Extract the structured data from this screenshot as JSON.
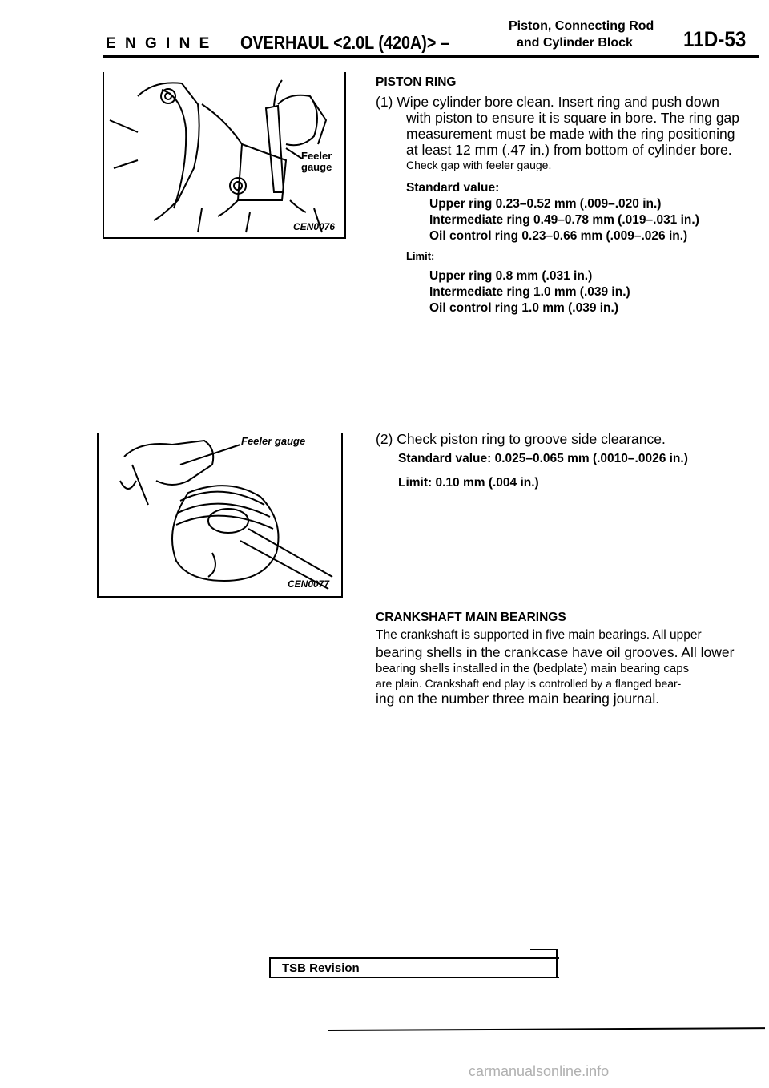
{
  "header": {
    "engine": "E N G I N E",
    "overhaul": "OVERHAUL <2.0L (420A)> –",
    "subtitle_line1": "Piston, Connecting Rod",
    "subtitle_line2": "and Cylinder Block",
    "page": "11D-53"
  },
  "figures": {
    "fig1": {
      "label_line1": "Feeler",
      "label_line2": "gauge",
      "caption": "CEN0076"
    },
    "fig2": {
      "label": "Feeler gauge",
      "caption": "CEN0077"
    }
  },
  "piston_ring": {
    "heading": "PISTON RING",
    "step1": {
      "line1": "(1) Wipe cylinder bore clean. Insert ring and push down",
      "line2": "with piston to ensure it is square in bore. The ring gap",
      "line3": "measurement must be made with the ring positioning",
      "line4": "at least 12 mm (.47 in.) from bottom of cylinder bore.",
      "line5": "Check gap with feeler gauge."
    },
    "standard_label": "Standard value:",
    "standard_values": [
      "Upper ring 0.23–0.52 mm (.009–.020 in.)",
      "Intermediate ring 0.49–0.78 mm (.019–.031 in.)",
      "Oil control ring 0.23–0.66 mm (.009–.026 in.)"
    ],
    "limit_label": "Limit:",
    "limit_values": [
      "Upper ring 0.8 mm (.031 in.)",
      "Intermediate ring 1.0 mm (.039 in.)",
      "Oil control ring 1.0 mm (.039 in.)"
    ],
    "step2": {
      "line1": "(2) Check piston ring to groove side clearance.",
      "standard": "Standard value: 0.025–0.065 mm (.0010–.0026 in.)",
      "limit": "Limit: 0.10 mm (.004 in.)"
    }
  },
  "crankshaft": {
    "heading": "CRANKSHAFT MAIN BEARINGS",
    "lines": [
      "The crankshaft is supported in five main bearings. All upper",
      "bearing shells in the crankcase have oil grooves. All lower",
      "bearing shells installed in the (bedplate) main bearing caps",
      "are plain. Crankshaft end play is controlled by a flanged bear-",
      "ing on the number three main bearing journal."
    ]
  },
  "footer": {
    "tsb_label": "TSB Revision",
    "watermark": "carmanualsonline.info"
  }
}
